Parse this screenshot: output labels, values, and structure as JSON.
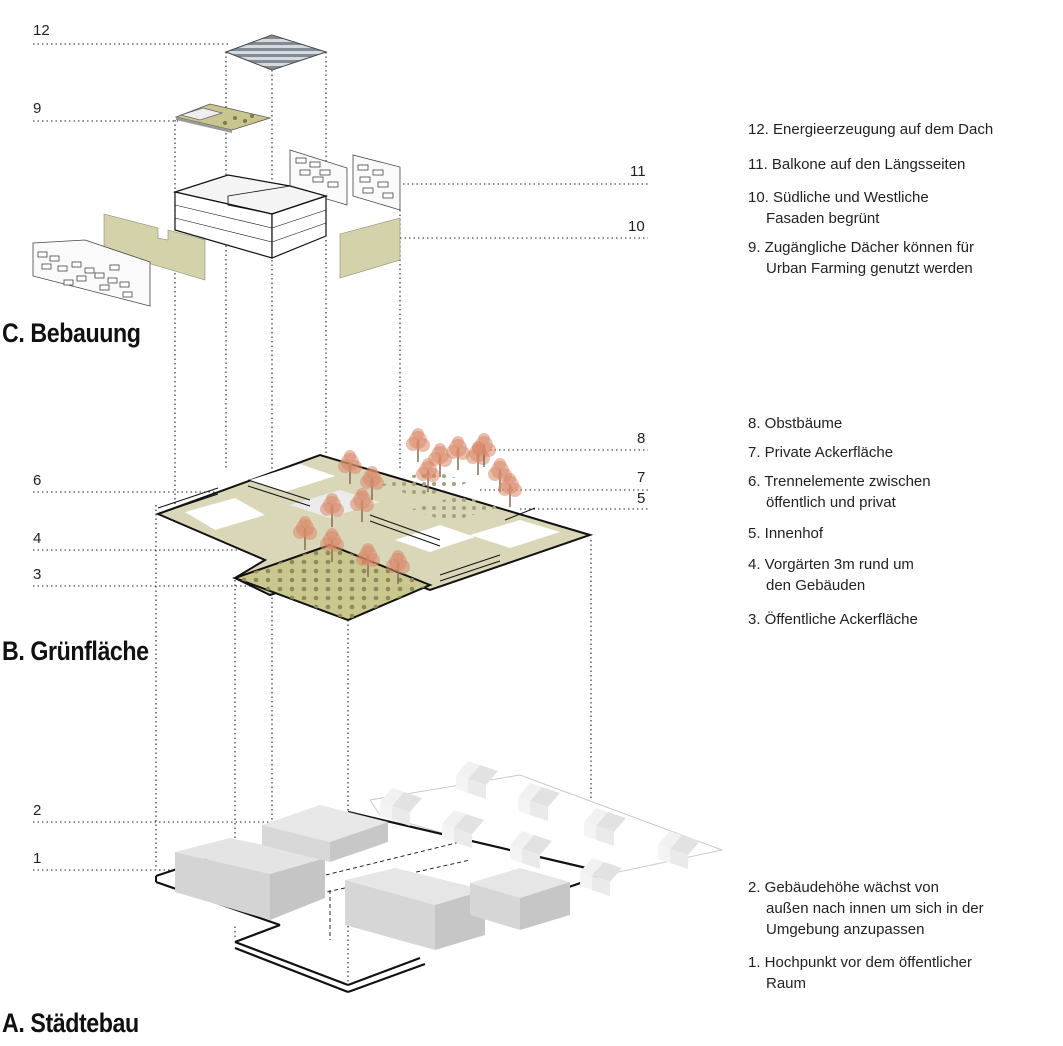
{
  "sections": {
    "c": "C. Bebauung",
    "b": "B. Grünfläche",
    "a": "A. Städtebau"
  },
  "callouts": {
    "n12": "12",
    "n9": "9",
    "n11": "11",
    "n10": "10",
    "n8": "8",
    "n7": "7",
    "n6": "6",
    "n5": "5",
    "n4": "4",
    "n3": "3",
    "n2": "2",
    "n1": "1"
  },
  "legend_c": [
    {
      "line1": "12. Energieerzeugung auf dem Dach",
      "line2": ""
    },
    {
      "line1": "11. Balkone auf den Längsseiten",
      "line2": ""
    },
    {
      "line1": "10. Südliche und Westliche",
      "line2": "Fasaden begrünt"
    },
    {
      "line1": "9.  Zugängliche Dächer können für",
      "line2": "Urban Farming genutzt werden"
    }
  ],
  "legend_b": [
    {
      "line1": "8.  Obstbäume",
      "line2": ""
    },
    {
      "line1": "7.  Private Ackerfläche",
      "line2": ""
    },
    {
      "line1": "6.  Trennelemente zwischen",
      "line2": "öffentlich und privat"
    },
    {
      "line1": "5.  Innenhof",
      "line2": ""
    },
    {
      "line1": "4.  Vorgärten 3m rund um",
      "line2": "den Gebäuden"
    },
    {
      "line1": "3.  Öffentliche Ackerfläche",
      "line2": ""
    }
  ],
  "legend_a": [
    {
      "line1": "2.  Gebäudehöhe wächst von",
      "line2": "außen nach innen um sich in der",
      "line3": "Umgebung anzupassen"
    },
    {
      "line1": "1.  Hochpunkt vor dem öffentlicher",
      "line2": "Raum",
      "line3": ""
    }
  ],
  "colors": {
    "green_field": "#c9c79a",
    "green_facade": "#d2d2aa",
    "dots": "#8a7f55",
    "tree": "#d9886a",
    "tree_trunk": "#8a6a55",
    "building_grey": "#d6d6d6",
    "house_light": "#e9e9e9",
    "line": "#111111"
  }
}
